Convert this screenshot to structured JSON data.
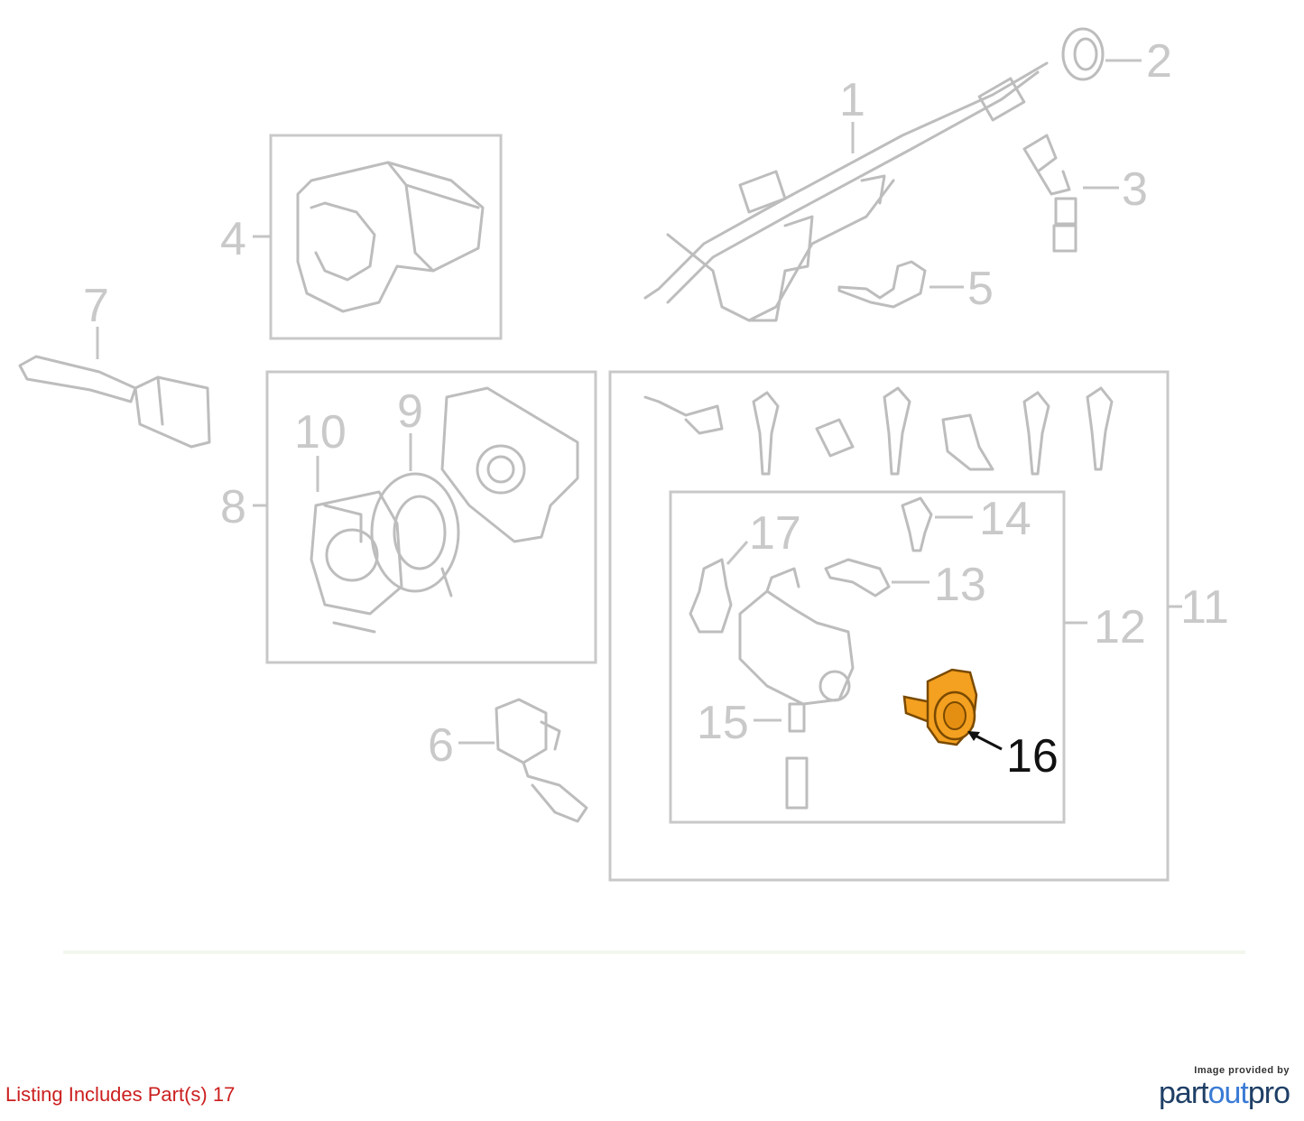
{
  "callouts": {
    "p1": "1",
    "p2": "2",
    "p3": "3",
    "p4": "4",
    "p5": "5",
    "p6": "6",
    "p7": "7",
    "p8": "8",
    "p9": "9",
    "p10": "10",
    "p11": "11",
    "p12": "12",
    "p13": "13",
    "p14": "14",
    "p15": "15",
    "p16": "16",
    "p17": "17"
  },
  "highlight": {
    "part": "16",
    "color": "#f4a020",
    "outline": "#7a4a00"
  },
  "listing_text": "Listing Includes Part(s) 17",
  "brand": {
    "caption": "Image provided by",
    "name_a": "part",
    "name_b": "out",
    "name_c": "pro"
  }
}
